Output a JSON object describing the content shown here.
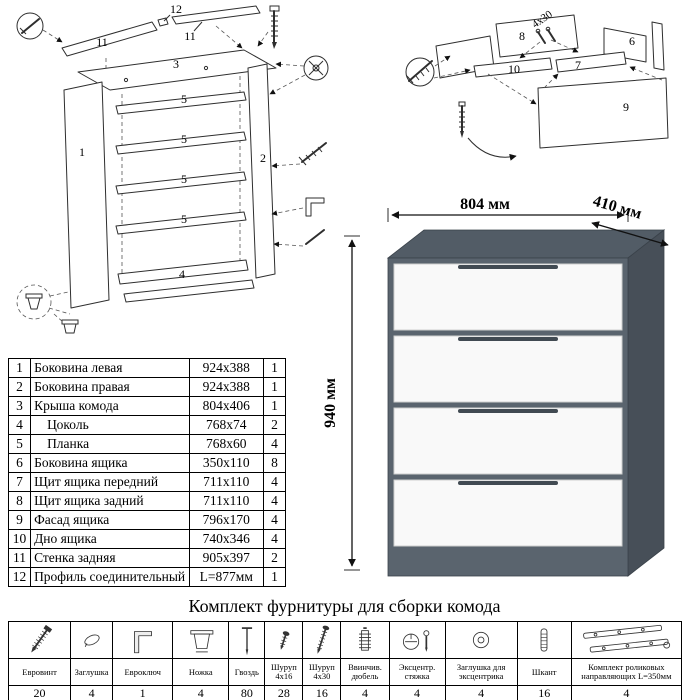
{
  "render": {
    "dims": {
      "width": "804 мм",
      "depth": "410 мм",
      "height": "940 мм"
    },
    "colors": {
      "cabinet_top": "#525c66",
      "cabinet_side": "#474f58",
      "cabinet_front": "#5a646e",
      "drawer": "#f9f9f9",
      "groove": "#414a52"
    }
  },
  "diagram_left": {
    "labels": {
      "n1": "1",
      "n2": "2",
      "n3": "3",
      "n4": "4",
      "n5": "5",
      "n11": "11",
      "n12": "12"
    }
  },
  "diagram_right": {
    "labels": {
      "n6": "6",
      "n7": "7",
      "n8": "8",
      "n9": "9",
      "n10": "10",
      "screw_size": "4х30"
    }
  },
  "parts_table": {
    "rows": [
      {
        "num": "1",
        "name": "Боковина левая",
        "size": "924x388",
        "qty": "1"
      },
      {
        "num": "2",
        "name": "Боковина правая",
        "size": "924x388",
        "qty": "1"
      },
      {
        "num": "3",
        "name": "Крыша комода",
        "size": "804x406",
        "qty": "1"
      },
      {
        "num": "4",
        "name": "Цоколь",
        "size": "768x74",
        "qty": "2"
      },
      {
        "num": "5",
        "name": "Планка",
        "size": "768x60",
        "qty": "4"
      },
      {
        "num": "6",
        "name": "Боковина ящика",
        "size": "350x110",
        "qty": "8"
      },
      {
        "num": "7",
        "name": "Щит ящика передний",
        "size": "711x110",
        "qty": "4"
      },
      {
        "num": "8",
        "name": "Щит ящика задний",
        "size": "711x110",
        "qty": "4"
      },
      {
        "num": "9",
        "name": "Фасад ящика",
        "size": "796x170",
        "qty": "4"
      },
      {
        "num": "10",
        "name": "Дно ящика",
        "size": "740x346",
        "qty": "4"
      },
      {
        "num": "11",
        "name": "Стенка задняя",
        "size": "905x397",
        "qty": "2"
      },
      {
        "num": "12",
        "name": "Профиль соединительный",
        "size": "L=877мм",
        "qty": "1"
      }
    ]
  },
  "hardware": {
    "title": "Комплект фурнитуры для сборки комода",
    "items": [
      {
        "name": "Евровинт",
        "qty": "20",
        "icon": "euro-screw"
      },
      {
        "name": "Заглушка",
        "qty": "4",
        "icon": "cap"
      },
      {
        "name": "Евроключ",
        "qty": "1",
        "icon": "hex-key"
      },
      {
        "name": "Ножка",
        "qty": "4",
        "icon": "foot"
      },
      {
        "name": "Гвоздь",
        "qty": "80",
        "icon": "nail"
      },
      {
        "name": "Шуруп 4х16",
        "qty": "28",
        "icon": "screw-small"
      },
      {
        "name": "Шуруп 4х30",
        "qty": "16",
        "icon": "screw-long"
      },
      {
        "name": "Ввинчив. дюбель",
        "qty": "4",
        "icon": "insert-dowel"
      },
      {
        "name": "Эксцентр. стяжка",
        "qty": "4",
        "icon": "cam-lock"
      },
      {
        "name": "Заглушка для эксцентрика",
        "qty": "4",
        "icon": "cam-cap"
      },
      {
        "name": "Шкант",
        "qty": "16",
        "icon": "wood-dowel"
      },
      {
        "name": "Комплект роликовых направляющих L=350мм",
        "qty": "4",
        "icon": "roller-guides"
      }
    ]
  }
}
